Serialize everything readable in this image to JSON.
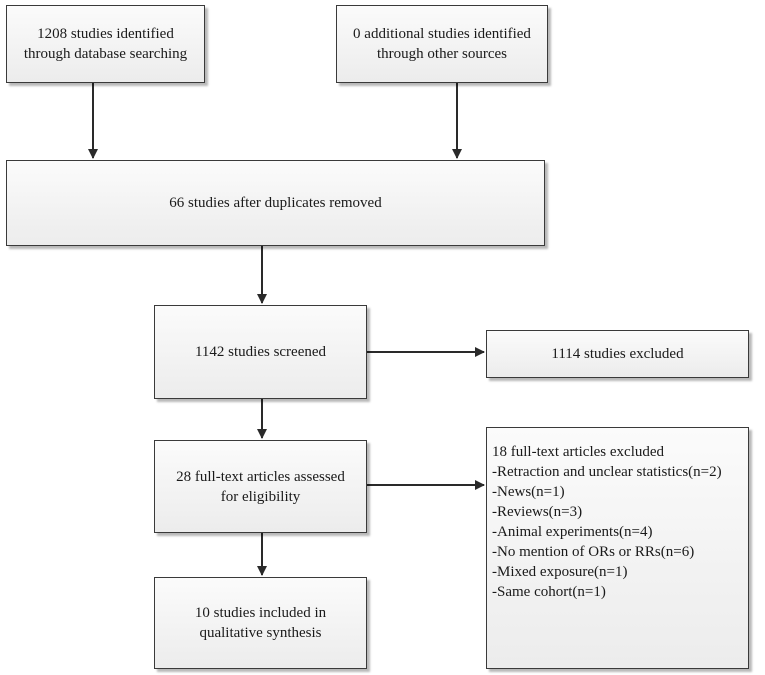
{
  "boxes": {
    "database_search": {
      "lines": [
        "1208 studies identified",
        "through database searching"
      ]
    },
    "other_sources": {
      "lines": [
        "0 additional studies identified",
        "through other sources"
      ]
    },
    "duplicates_removed": {
      "lines": [
        "66 studies after duplicates removed"
      ]
    },
    "screened": {
      "lines": [
        "1142 studies screened"
      ]
    },
    "excluded": {
      "lines": [
        "1114 studies excluded"
      ]
    },
    "eligibility": {
      "lines": [
        "28 full-text articles assessed",
        "for eligibility"
      ]
    },
    "fulltext_excluded": {
      "lines": [
        "18 full-text articles excluded",
        "-Retraction and unclear statistics(n=2)",
        "-News(n=1)",
        "-Reviews(n=3)",
        "-Animal experiments(n=4)",
        "-No mention of ORs or RRs(n=6)",
        "-Mixed exposure(n=1)",
        "-Same cohort(n=1)"
      ]
    },
    "included": {
      "lines": [
        "10 studies included in",
        "qualitative synthesis"
      ]
    }
  }
}
